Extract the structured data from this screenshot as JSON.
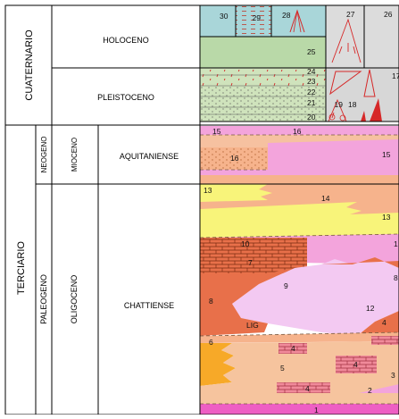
{
  "columns": {
    "cuaternario": "CUATERNARIO",
    "terciario": "TERCIARIO",
    "neogeno": "NEOGENO",
    "paleogeno": "PALEOGENO",
    "mioceno": "MIOCENO",
    "oligoceno": "OLIGOCENO",
    "holoceno": "HOLOCENO",
    "pleistoceno": "PLEISTOCENO",
    "aquitaniense": "AQUITANIENSE",
    "chattiense": "CHATTIENSE"
  },
  "units": {
    "u30": "30",
    "u29": "29",
    "u28": "28",
    "u27": "27",
    "u26": "26",
    "u25": "25",
    "u24": "24",
    "u23": "23",
    "u22": "22",
    "u21": "21",
    "u20": "20",
    "u19": "19",
    "u18": "18",
    "u17": "17",
    "u16a": "16",
    "u16b": "16",
    "u15a": "15",
    "u15b": "15",
    "u14": "14",
    "u13a": "13",
    "u13b": "13",
    "u12": "12",
    "u10": "10",
    "u9": "9",
    "u8a": "8",
    "u8b": "8",
    "u7": "7",
    "u6": "6",
    "u5": "5",
    "u4a": "4",
    "u4b": "4",
    "u4c": "4",
    "u4d": "4",
    "u3": "3",
    "u2": "2",
    "u1": "1",
    "u11": "1",
    "lig": "LIG"
  },
  "colors": {
    "holoceno_green": "#b9d9a8",
    "blue_unit": "#a9d6d9",
    "pleistoceno": "#cfe3bc",
    "salmon": "#f6b38c",
    "pink": "#f3a4dc",
    "yellow": "#f8f47a",
    "brick": "#e8704a",
    "lavender": "#f3c9f2",
    "orange": "#f7a928",
    "base_magenta": "#ee5ec4",
    "red_triangle": "#d62828"
  }
}
